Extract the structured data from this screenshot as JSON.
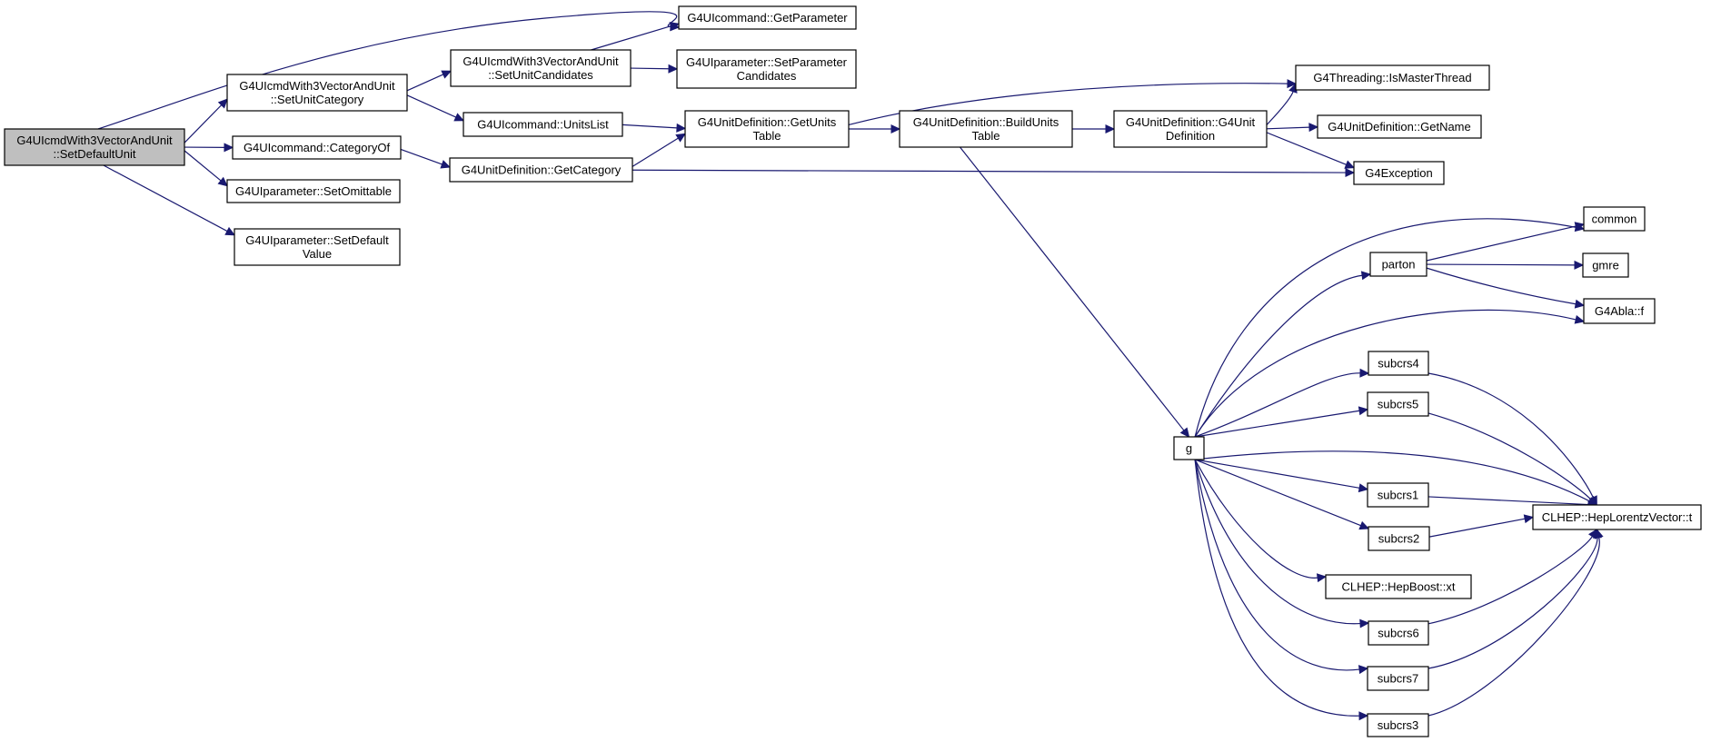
{
  "nodes": {
    "root": {
      "lines": [
        "G4UIcmdWith3VectorAndUnit",
        "::SetDefaultUnit"
      ]
    },
    "getParam": {
      "lines": [
        "G4UIcommand::GetParameter"
      ]
    },
    "setUnitCat": {
      "lines": [
        "G4UIcmdWith3VectorAndUnit",
        "::SetUnitCategory"
      ]
    },
    "setUnitCand": {
      "lines": [
        "G4UIcmdWith3VectorAndUnit",
        "::SetUnitCandidates"
      ]
    },
    "setParamCand": {
      "lines": [
        "G4UIparameter::SetParameter",
        "Candidates"
      ]
    },
    "unitsList": {
      "lines": [
        "G4UIcommand::UnitsList"
      ]
    },
    "categoryOf": {
      "lines": [
        "G4UIcommand::CategoryOf"
      ]
    },
    "getCategory": {
      "lines": [
        "G4UnitDefinition::GetCategory"
      ]
    },
    "setOmit": {
      "lines": [
        "G4UIparameter::SetOmittable"
      ]
    },
    "setDefVal": {
      "lines": [
        "G4UIparameter::SetDefault",
        "Value"
      ]
    },
    "getUnitsTbl": {
      "lines": [
        "G4UnitDefinition::GetUnits",
        "Table"
      ]
    },
    "buildUnits": {
      "lines": [
        "G4UnitDefinition::BuildUnits",
        "Table"
      ]
    },
    "g4UnitDef": {
      "lines": [
        "G4UnitDefinition::G4Unit",
        "Definition"
      ]
    },
    "isMaster": {
      "lines": [
        "G4Threading::IsMasterThread"
      ]
    },
    "getName": {
      "lines": [
        "G4UnitDefinition::GetName"
      ]
    },
    "g4Exception": {
      "lines": [
        "G4Exception"
      ]
    },
    "g": {
      "lines": [
        "g"
      ]
    },
    "common": {
      "lines": [
        "common"
      ]
    },
    "parton": {
      "lines": [
        "parton"
      ]
    },
    "gmre": {
      "lines": [
        "gmre"
      ]
    },
    "ablaF": {
      "lines": [
        "G4Abla::f"
      ]
    },
    "subcrs4": {
      "lines": [
        "subcrs4"
      ]
    },
    "subcrs5": {
      "lines": [
        "subcrs5"
      ]
    },
    "subcrs1": {
      "lines": [
        "subcrs1"
      ]
    },
    "subcrs2": {
      "lines": [
        "subcrs2"
      ]
    },
    "hepBoost": {
      "lines": [
        "CLHEP::HepBoost::xt"
      ]
    },
    "subcrs6": {
      "lines": [
        "subcrs6"
      ]
    },
    "subcrs7": {
      "lines": [
        "subcrs7"
      ]
    },
    "subcrs3": {
      "lines": [
        "subcrs3"
      ]
    },
    "hepLorentz": {
      "lines": [
        "CLHEP::HepLorentzVector::t"
      ]
    }
  },
  "edges": [
    [
      "root",
      "getParam"
    ],
    [
      "root",
      "setUnitCat"
    ],
    [
      "root",
      "categoryOf"
    ],
    [
      "root",
      "setOmit"
    ],
    [
      "root",
      "setDefVal"
    ],
    [
      "setUnitCat",
      "setUnitCand"
    ],
    [
      "setUnitCat",
      "unitsList"
    ],
    [
      "setUnitCand",
      "getParam"
    ],
    [
      "setUnitCand",
      "setParamCand"
    ],
    [
      "unitsList",
      "getUnitsTbl"
    ],
    [
      "categoryOf",
      "getCategory"
    ],
    [
      "getCategory",
      "getUnitsTbl"
    ],
    [
      "getCategory",
      "g4Exception"
    ],
    [
      "getUnitsTbl",
      "isMaster"
    ],
    [
      "getUnitsTbl",
      "buildUnits"
    ],
    [
      "buildUnits",
      "g4UnitDef"
    ],
    [
      "buildUnits",
      "g"
    ],
    [
      "g4UnitDef",
      "isMaster"
    ],
    [
      "g4UnitDef",
      "getName"
    ],
    [
      "g4UnitDef",
      "g4Exception"
    ],
    [
      "g",
      "common"
    ],
    [
      "g",
      "parton"
    ],
    [
      "g",
      "ablaF"
    ],
    [
      "g",
      "subcrs4"
    ],
    [
      "g",
      "subcrs5"
    ],
    [
      "g",
      "hepLorentz"
    ],
    [
      "g",
      "subcrs1"
    ],
    [
      "g",
      "subcrs2"
    ],
    [
      "g",
      "hepBoost"
    ],
    [
      "g",
      "subcrs6"
    ],
    [
      "g",
      "subcrs7"
    ],
    [
      "g",
      "subcrs3"
    ],
    [
      "parton",
      "common"
    ],
    [
      "parton",
      "gmre"
    ],
    [
      "parton",
      "ablaF"
    ],
    [
      "subcrs4",
      "hepLorentz"
    ],
    [
      "subcrs5",
      "hepLorentz"
    ],
    [
      "subcrs1",
      "hepLorentz"
    ],
    [
      "subcrs2",
      "hepLorentz"
    ],
    [
      "subcrs6",
      "hepLorentz"
    ],
    [
      "subcrs7",
      "hepLorentz"
    ],
    [
      "subcrs3",
      "hepLorentz"
    ]
  ]
}
